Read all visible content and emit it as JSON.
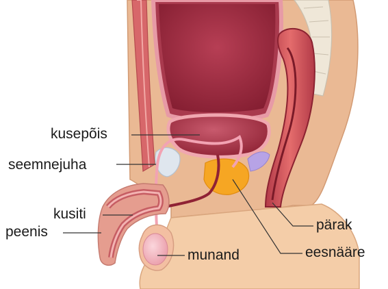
{
  "labels": {
    "bladder": "kusepõis",
    "vas_deferens": "seemnejuha",
    "urethra": "kusiti",
    "penis": "peenis",
    "testis": "munand",
    "anus": "pärak",
    "prostate": "eesnääre"
  }
}
